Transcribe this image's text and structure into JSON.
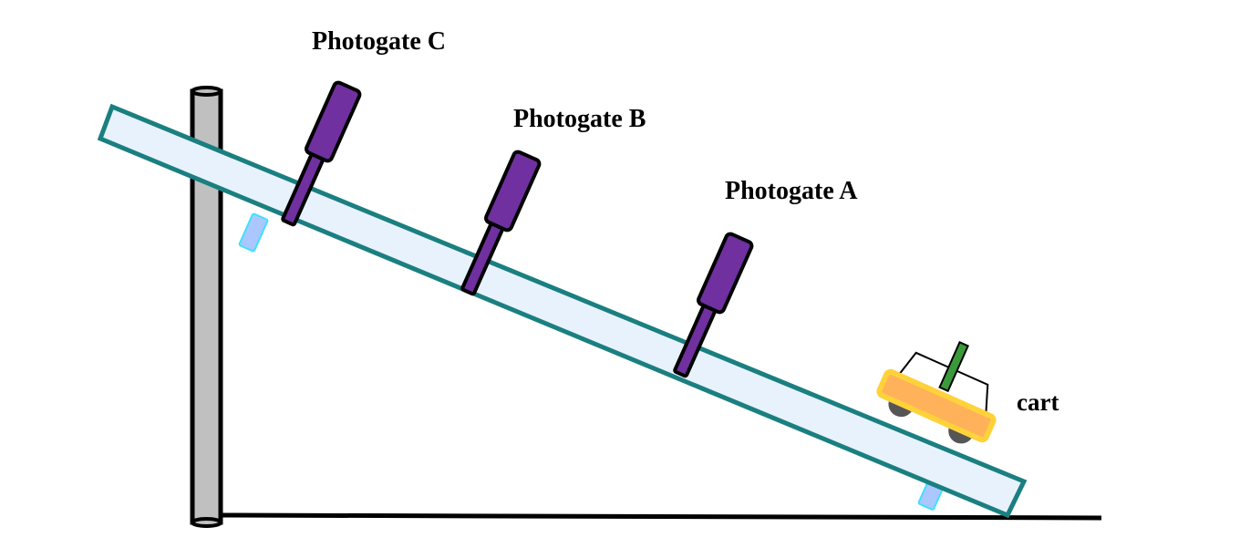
{
  "labels": {
    "photogate_c": "Photogate C",
    "photogate_b": "Photogate B",
    "photogate_a": "Photogate A",
    "cart": "cart"
  },
  "colors": {
    "track_fill": "#e8f2fc",
    "track_stroke": "#1a7f80",
    "pole_fill": "#c0c0c0",
    "photogate_fill": "#7030a0",
    "cart_body": "#ffb25a",
    "cart_rim": "#ffd23a",
    "cart_flag": "#3a9a3a",
    "wheel": "#555555",
    "foot_fill": "#aac8ff",
    "foot_stroke": "#3fe0ff"
  }
}
